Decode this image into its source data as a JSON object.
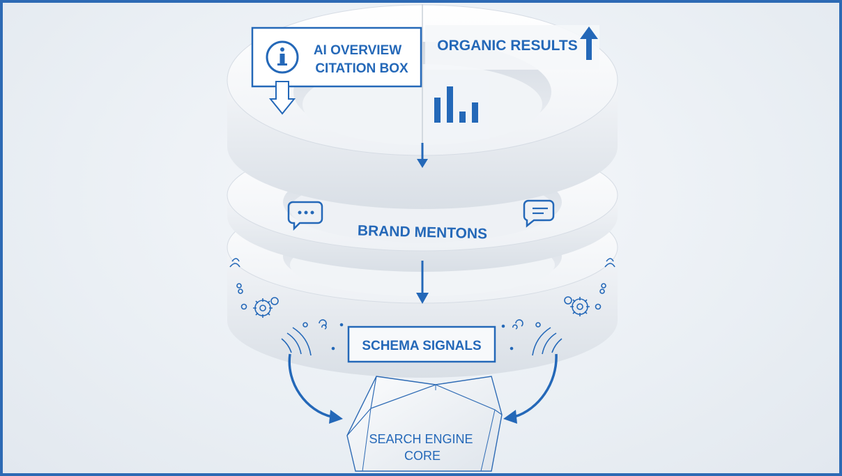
{
  "diagram": {
    "citation_box": {
      "line1": "AI OVERVIEW",
      "line2": "CITATION BOX",
      "icon": "info-icon"
    },
    "organic_results": {
      "label": "ORGANIC RESULTS",
      "icon": "up-arrow-icon",
      "chart_icon": "bar-chart-icon"
    },
    "brand_mentions": {
      "label": "BRAND MENTONS",
      "icons": [
        "chat-bubble-icon",
        "message-bubble-icon"
      ]
    },
    "schema_signals": {
      "label": "SCHEMA SIGNALS",
      "icons": [
        "gear-icon",
        "signal-waves-icon"
      ]
    },
    "core": {
      "line1": "SEARCH ENGINE",
      "line2": "CORE"
    },
    "colors": {
      "accent": "#2468b8",
      "ring": "#ffffff",
      "ring_shadow": "#d5dbe3",
      "background": "#eaeff4",
      "frame": "#2d6ab4"
    }
  }
}
